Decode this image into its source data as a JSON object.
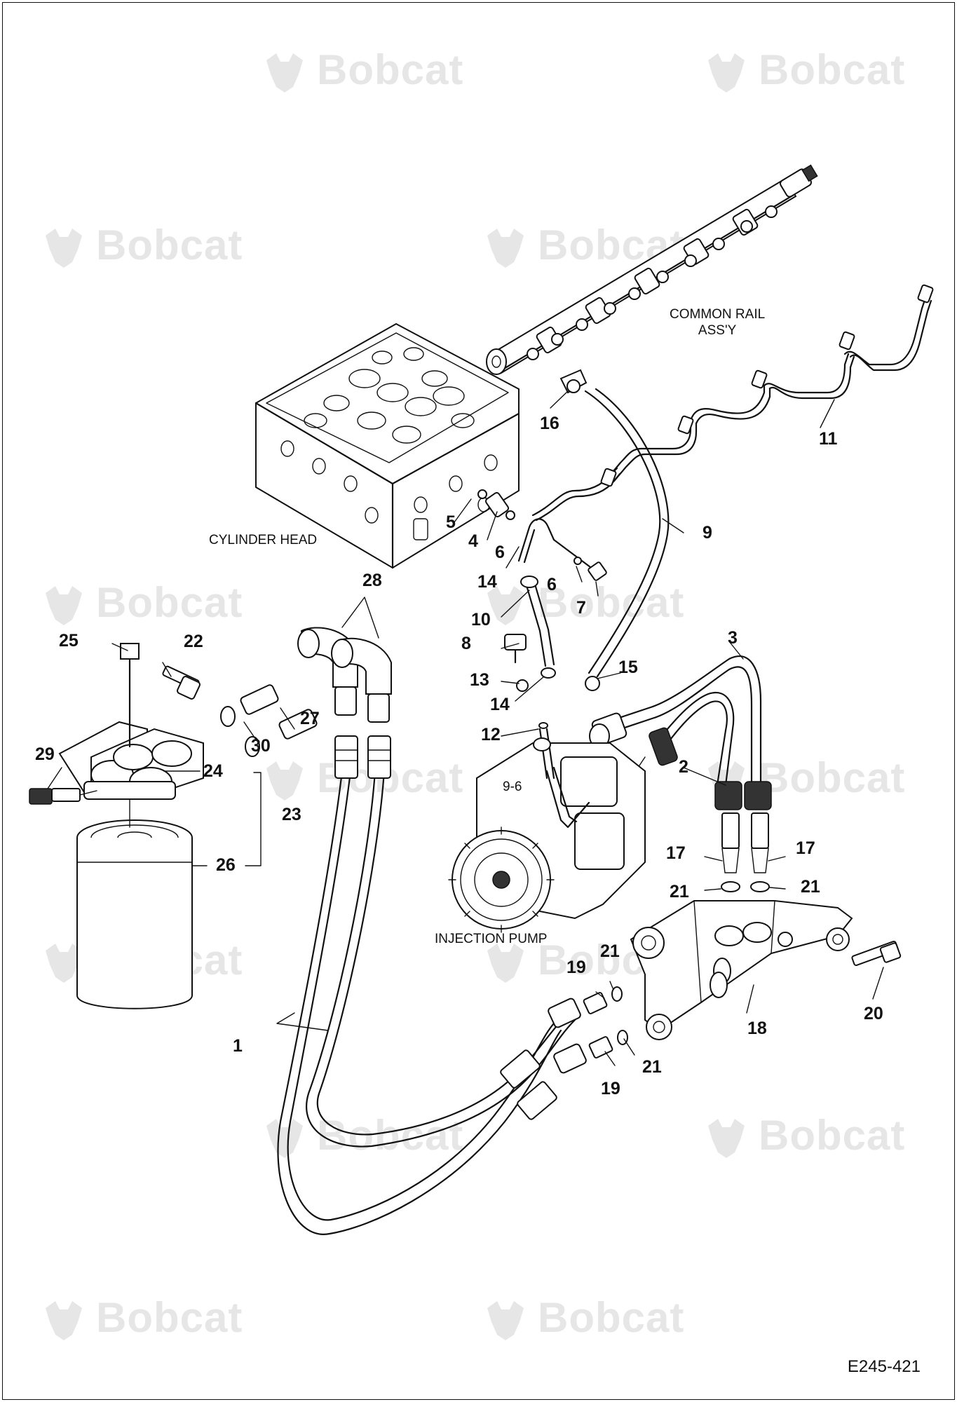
{
  "watermark_brand": "Bobcat",
  "drawing_number": "E245-421",
  "captions": {
    "common_rail_line1": "COMMON RAIL",
    "common_rail_line2": "ASS'Y",
    "cylinder_head": "CYLINDER HEAD",
    "injection_pump": "INJECTION PUMP"
  },
  "callouts": [
    "1",
    "2",
    "3",
    "4",
    "5",
    "6",
    "6",
    "7",
    "8",
    "9",
    "9-6",
    "10",
    "11",
    "12",
    "13",
    "14",
    "14",
    "15",
    "16",
    "17",
    "17",
    "18",
    "19",
    "19",
    "20",
    "21",
    "21",
    "21",
    "21",
    "22",
    "23",
    "24",
    "25",
    "26",
    "27",
    "28",
    "29",
    "30"
  ],
  "colors": {
    "line": "#111111",
    "watermark": "#e6e6e6"
  }
}
